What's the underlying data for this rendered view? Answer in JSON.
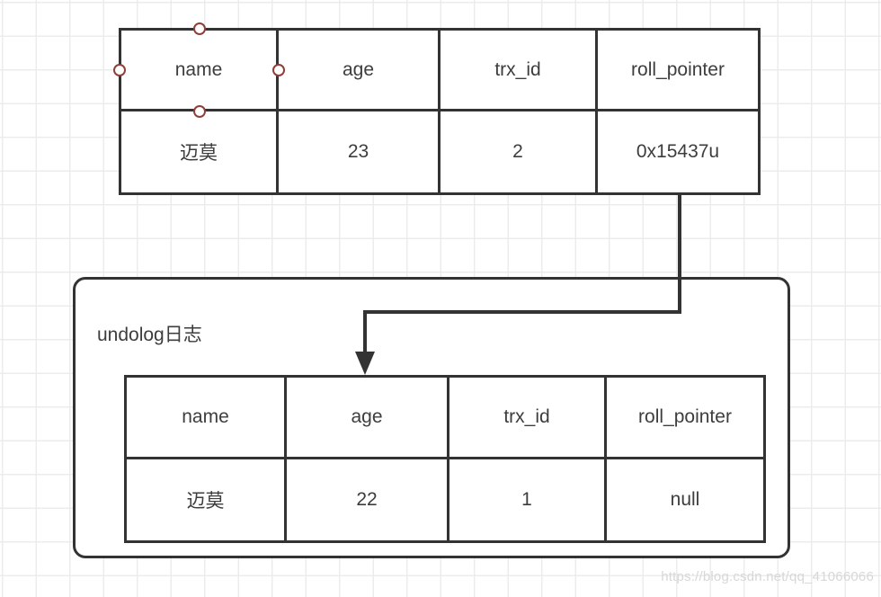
{
  "diagram": {
    "top_table": {
      "headers": [
        "name",
        "age",
        "trx_id",
        "roll_pointer"
      ],
      "rows": [
        [
          "迈莫",
          "23",
          "2",
          "0x15437u"
        ]
      ]
    },
    "undolog": {
      "label": "undolog日志",
      "table": {
        "headers": [
          "name",
          "age",
          "trx_id",
          "roll_pointer"
        ],
        "rows": [
          [
            "迈莫",
            "22",
            "1",
            "null"
          ]
        ]
      }
    },
    "arrow": {
      "description": "elbow connector from top table roll_pointer cell down into undolog box, pointing at age column of undolog table"
    },
    "colors": {
      "border": "#333333",
      "text": "#3d3d3d",
      "handle_stroke": "#8f3e38",
      "grid_line": "#ececec",
      "watermark": "#d7d7d7"
    }
  },
  "watermark": {
    "text": "https://blog.csdn.net/qq_41066066"
  }
}
